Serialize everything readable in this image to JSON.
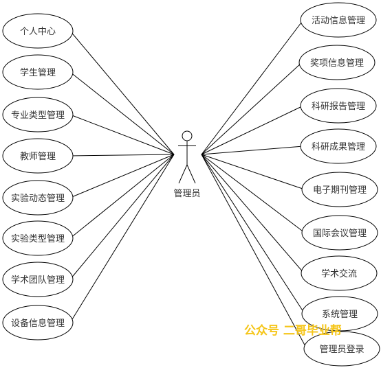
{
  "actor": {
    "label": "管理员"
  },
  "left_use_cases": [
    {
      "label": "个人中心"
    },
    {
      "label": "学生管理"
    },
    {
      "label": "专业类型管理"
    },
    {
      "label": "教师管理"
    },
    {
      "label": "实验动态管理"
    },
    {
      "label": "实验类型管理"
    },
    {
      "label": "学术团队管理"
    },
    {
      "label": "设备信息管理"
    }
  ],
  "right_use_cases": [
    {
      "label": "活动信息管理"
    },
    {
      "label": "奖项信息管理"
    },
    {
      "label": "科研报告管理"
    },
    {
      "label": "科研成果管理"
    },
    {
      "label": "电子期刊管理"
    },
    {
      "label": "国际会议管理"
    },
    {
      "label": "学术交流"
    },
    {
      "label": "系统管理"
    },
    {
      "label": "管理员登录"
    }
  ],
  "watermark": {
    "text": "公众号 二哥毕业帮"
  }
}
